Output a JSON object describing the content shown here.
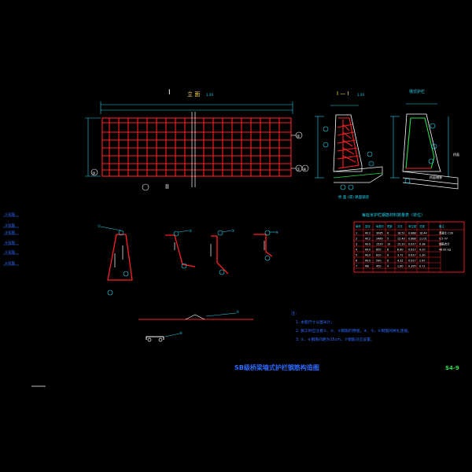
{
  "drawing": {
    "title": "SB级桥梁墙式护栏钢筋构造图",
    "sheet_number": "S4-9",
    "colors": {
      "background": "#000000",
      "rebar": "#ff2020",
      "dimension": "#22d3ee",
      "outline": "#ffffff",
      "note": "#2f6bff",
      "green": "#22e044",
      "title": "#2f6bff"
    }
  },
  "elevation": {
    "mark_top": "I",
    "mark_bottom": "II",
    "title": "立 面",
    "title_suffix": "1:20",
    "callout_1": "①",
    "callout_2": "②",
    "callout_3": "③",
    "callout_4": "④"
  },
  "section_1": {
    "title": "I — I",
    "title_suffix": "1:20",
    "note": "桥 面 (或) 路面铺装"
  },
  "section_2": {
    "title": "墙式护栏",
    "bottom_label": "桥面铺装",
    "side_label": "桥面"
  },
  "rebar_legend": {
    "items": [
      "①号筋",
      "②号筋",
      "③号筋",
      "④号筋",
      "⑤号筋",
      "⑥号筋"
    ]
  },
  "rebar_details": {
    "d1": "①",
    "d2": "②",
    "d3": "③",
    "d4": "④",
    "d5": "⑤",
    "d6": "⑥"
  },
  "quantity_table": {
    "title": "每延米护栏钢筋材料数量表（单位）",
    "headers": [
      "编号",
      "直径",
      "每根长",
      "根数",
      "共长",
      "单位重",
      "总重",
      "备注"
    ],
    "rows": [
      [
        "1",
        "Φ12",
        "3085",
        "6",
        "18.51",
        "0.888",
        "16.44",
        "混凝土 C30"
      ],
      [
        "2",
        "Φ12",
        "2480",
        "5",
        "12.40",
        "0.888",
        "11.01",
        "0.5 m³"
      ],
      [
        "3",
        "Φ10",
        "1520",
        "10",
        "15.20",
        "0.617",
        "9.38",
        "钢筋合计"
      ],
      [
        "4",
        "Φ10",
        "850",
        "8",
        "6.80",
        "0.617",
        "4.20",
        "46.62 kg"
      ],
      [
        "5",
        "Φ10",
        "620",
        "6",
        "3.72",
        "0.617",
        "2.30",
        ""
      ],
      [
        "6",
        "Φ10",
        "540",
        "8",
        "4.32",
        "0.617",
        "2.67",
        ""
      ],
      [
        "7",
        "Φ8",
        "450",
        "4",
        "1.80",
        "0.395",
        "0.71",
        ""
      ]
    ]
  },
  "notes": {
    "heading": "注：",
    "lines": [
      "1. 本图尺寸以厘米计。",
      "2. 施工时应注意①、②、③钢筋的预埋，④、⑤、⑥钢筋的绑扎连接。",
      "3. ⑤、⑥钢筋间距为15cm，⑦钢筋对应设置。"
    ]
  }
}
